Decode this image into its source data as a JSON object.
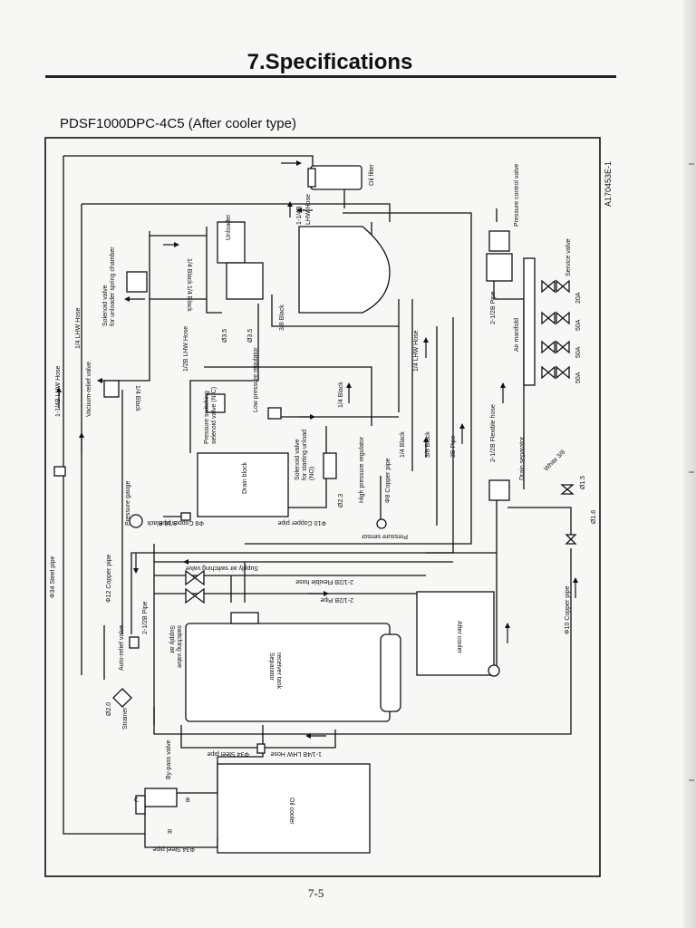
{
  "page": {
    "title": "7.Specifications",
    "subtitle": "PDSF1000DPC-4C5 (After cooler type)",
    "page_number": "7-5"
  },
  "diagram": {
    "doc_code": "A170453E-1",
    "labels": {
      "oil_filter": "Oil filter",
      "lhw_hose_114b_top": "1-1/4B",
      "lhw_hose_114b_top2": "LHW Hose",
      "unloader": "Unloader",
      "pressure_control_valve": "Pressure control valve",
      "service_valve": "Service valve",
      "v20a": "20A",
      "v50a_1": "50A",
      "v50a_2": "50A",
      "v50a_3": "50A",
      "air_manifold": "Air manifold",
      "pipe_212b": "2-1/2B Pipe",
      "flexible_hose_212b": "2-1/2B Flexible hose",
      "black_14_a": "1/4 Black",
      "black_14_b": "1/4 Black",
      "black_14_c": "1/4 Black",
      "black_14_d": "1/4 Black",
      "black_14_e": "1/4 Black",
      "black_38_a": "3/8 Black",
      "black_38_b": "3/8 Black",
      "solenoid_unloader": "Solenoid valve",
      "solenoid_unloader2": "for unloader spring chamber",
      "phi35_a": "Ø3.5",
      "phi35_b": "Ø3.5",
      "lhw_hose_12b": "1/2B LHW Hose",
      "lhw_hose_14_a": "1/4 LHW Hose",
      "lhw_hose_14_b": "1/4 LHW Hose",
      "lhw_hose_114b_left": "1-1/4B LHW Hose",
      "vacuum_relief": "Vacuum-relief valve",
      "low_pressure_regulator": "Low pressure regulator",
      "pressure_switching": "Pressure switching",
      "solenoid_nc": "selenoid valve (N.C)",
      "solenoid_start": "Solenoid valve",
      "solenoid_start2": "for starting unload",
      "solenoid_start3": "(NO)",
      "high_pressure_regulator": "High pressure regulator",
      "copper_pipe_8_a": "Φ8 Copper pipe",
      "copper_pipe_8_b": "Φ8 Copper pipe",
      "pipe_3b": "3B Pipe",
      "drain_block": "Drain block",
      "drain_separator": "Drain separator",
      "white_38": "White 3/8",
      "phi15": "Ø1.5",
      "phi16": "Ø1.6",
      "phi23": "Ø2.3",
      "pressure_gauge": "Pressure gauge",
      "black_316": "3/16 Black",
      "copper_pipe_10_a": "Φ10 Copper pipe",
      "copper_pipe_10_b": "Φ10 Copper pipe",
      "pressure_sensor": "Pressure sensor",
      "copper_pipe_12": "Φ12 Copper pipe",
      "supply_air_switching_a": "Supply air switching valve",
      "supply_air_switching_b": "Supply air",
      "supply_air_switching_b2": "switching valve",
      "flexible_hose_212b_b": "2-1/2B Flexible hose",
      "pipe_212b_b": "2-1/2B Pipe",
      "pipe_212b_c": "2-1/2B Pipe",
      "steel_pipe_34_a": "Φ34 Steel pipe",
      "steel_pipe_34_b": "Φ34 Steel pipe",
      "steel_pipe_34_c": "Φ34 Steel pipe",
      "lhw_hose_114b_bottom": "1-1/4B LHW Hose",
      "auto_relief": "Auto-relief valve",
      "separator": "Separator",
      "receiver_tank": "receiver tank",
      "after_cooler": "After cooler",
      "phi20": "Ø2.0",
      "strainer": "Strainer",
      "bypass_valve": "By-pass valve",
      "oil_cooler": "Oil cooler",
      "port_r": "R",
      "port_b": "B",
      "port_c": "C"
    }
  }
}
